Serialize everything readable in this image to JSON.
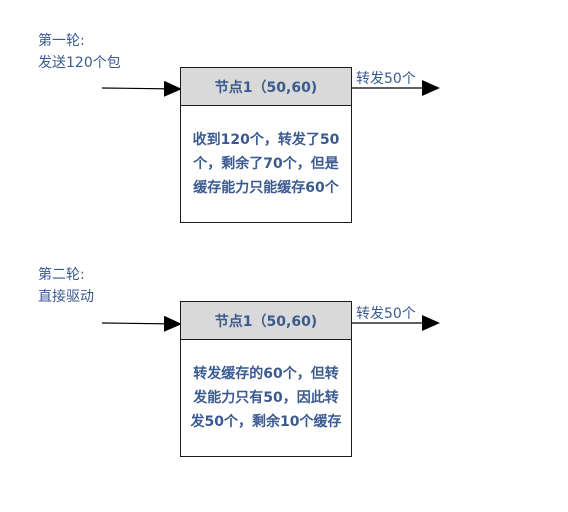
{
  "round1": {
    "title": "第一轮:",
    "input_label": "发送120个包",
    "node_title": "节点1（50,60)",
    "body_lines": [
      "收到120个，转发了50",
      "个，剩余了70个，但是",
      "缓存能力只能缓存60个"
    ],
    "output_label": "转发50个"
  },
  "round2": {
    "title": "第二轮:",
    "input_label": "直接驱动",
    "node_title": "节点1（50,60)",
    "body_lines": [
      "转发缓存的60个，但转",
      "发能力只有50，因此转",
      "发50个，剩余10个缓存"
    ],
    "output_label": "转发50个"
  },
  "colors": {
    "text": "#3b5a8f",
    "header_fill": "#d9d9d9",
    "stroke": "#1a1a1a"
  }
}
